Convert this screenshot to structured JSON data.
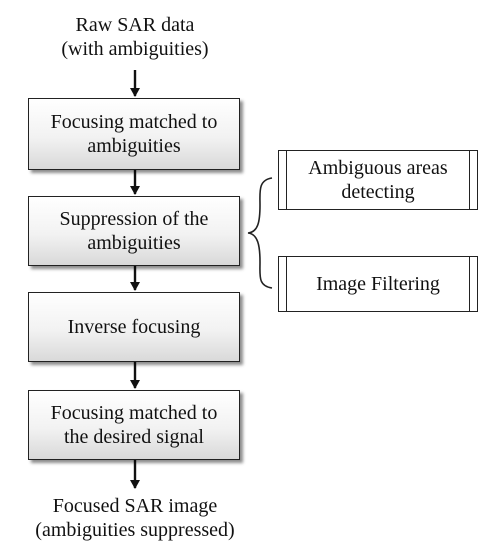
{
  "input": {
    "line1": "Raw SAR data",
    "line2": "(with ambiguities)"
  },
  "steps": [
    {
      "line1": "Focusing matched to",
      "line2": "ambiguities"
    },
    {
      "line1": "Suppression of the",
      "line2": "ambiguities"
    },
    {
      "line1": "Inverse focusing",
      "line2": ""
    },
    {
      "line1": "Focusing matched to",
      "line2": "the desired signal"
    }
  ],
  "substeps": [
    {
      "line1": "Ambiguous areas",
      "line2": "detecting"
    },
    {
      "line1": "Image Filtering",
      "line2": ""
    }
  ],
  "output": {
    "line1": "Focused SAR image",
    "line2": "(ambiguities suppressed)"
  }
}
